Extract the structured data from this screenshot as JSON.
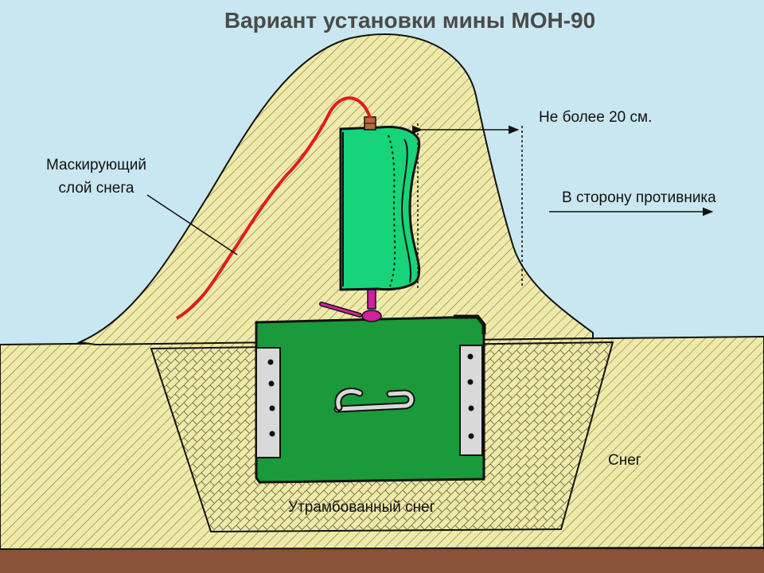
{
  "title": "Вариант установки мины МОН-90",
  "labels": {
    "distance": "Не более 20 см.",
    "direction": "В сторону противника",
    "mask_line1": "Маскирующий",
    "mask_line2": "слой снега",
    "snow": "Снег",
    "packed_snow": "Утрамбованный снег"
  },
  "colors": {
    "sky": "#c9e7f0",
    "snow": "#efeaa8",
    "hatch": "#6f6a4a",
    "mine": "#17d37a",
    "box": "#1a9a3a",
    "wire": "#e21b1b",
    "fuse": "#d01fa0"
  }
}
